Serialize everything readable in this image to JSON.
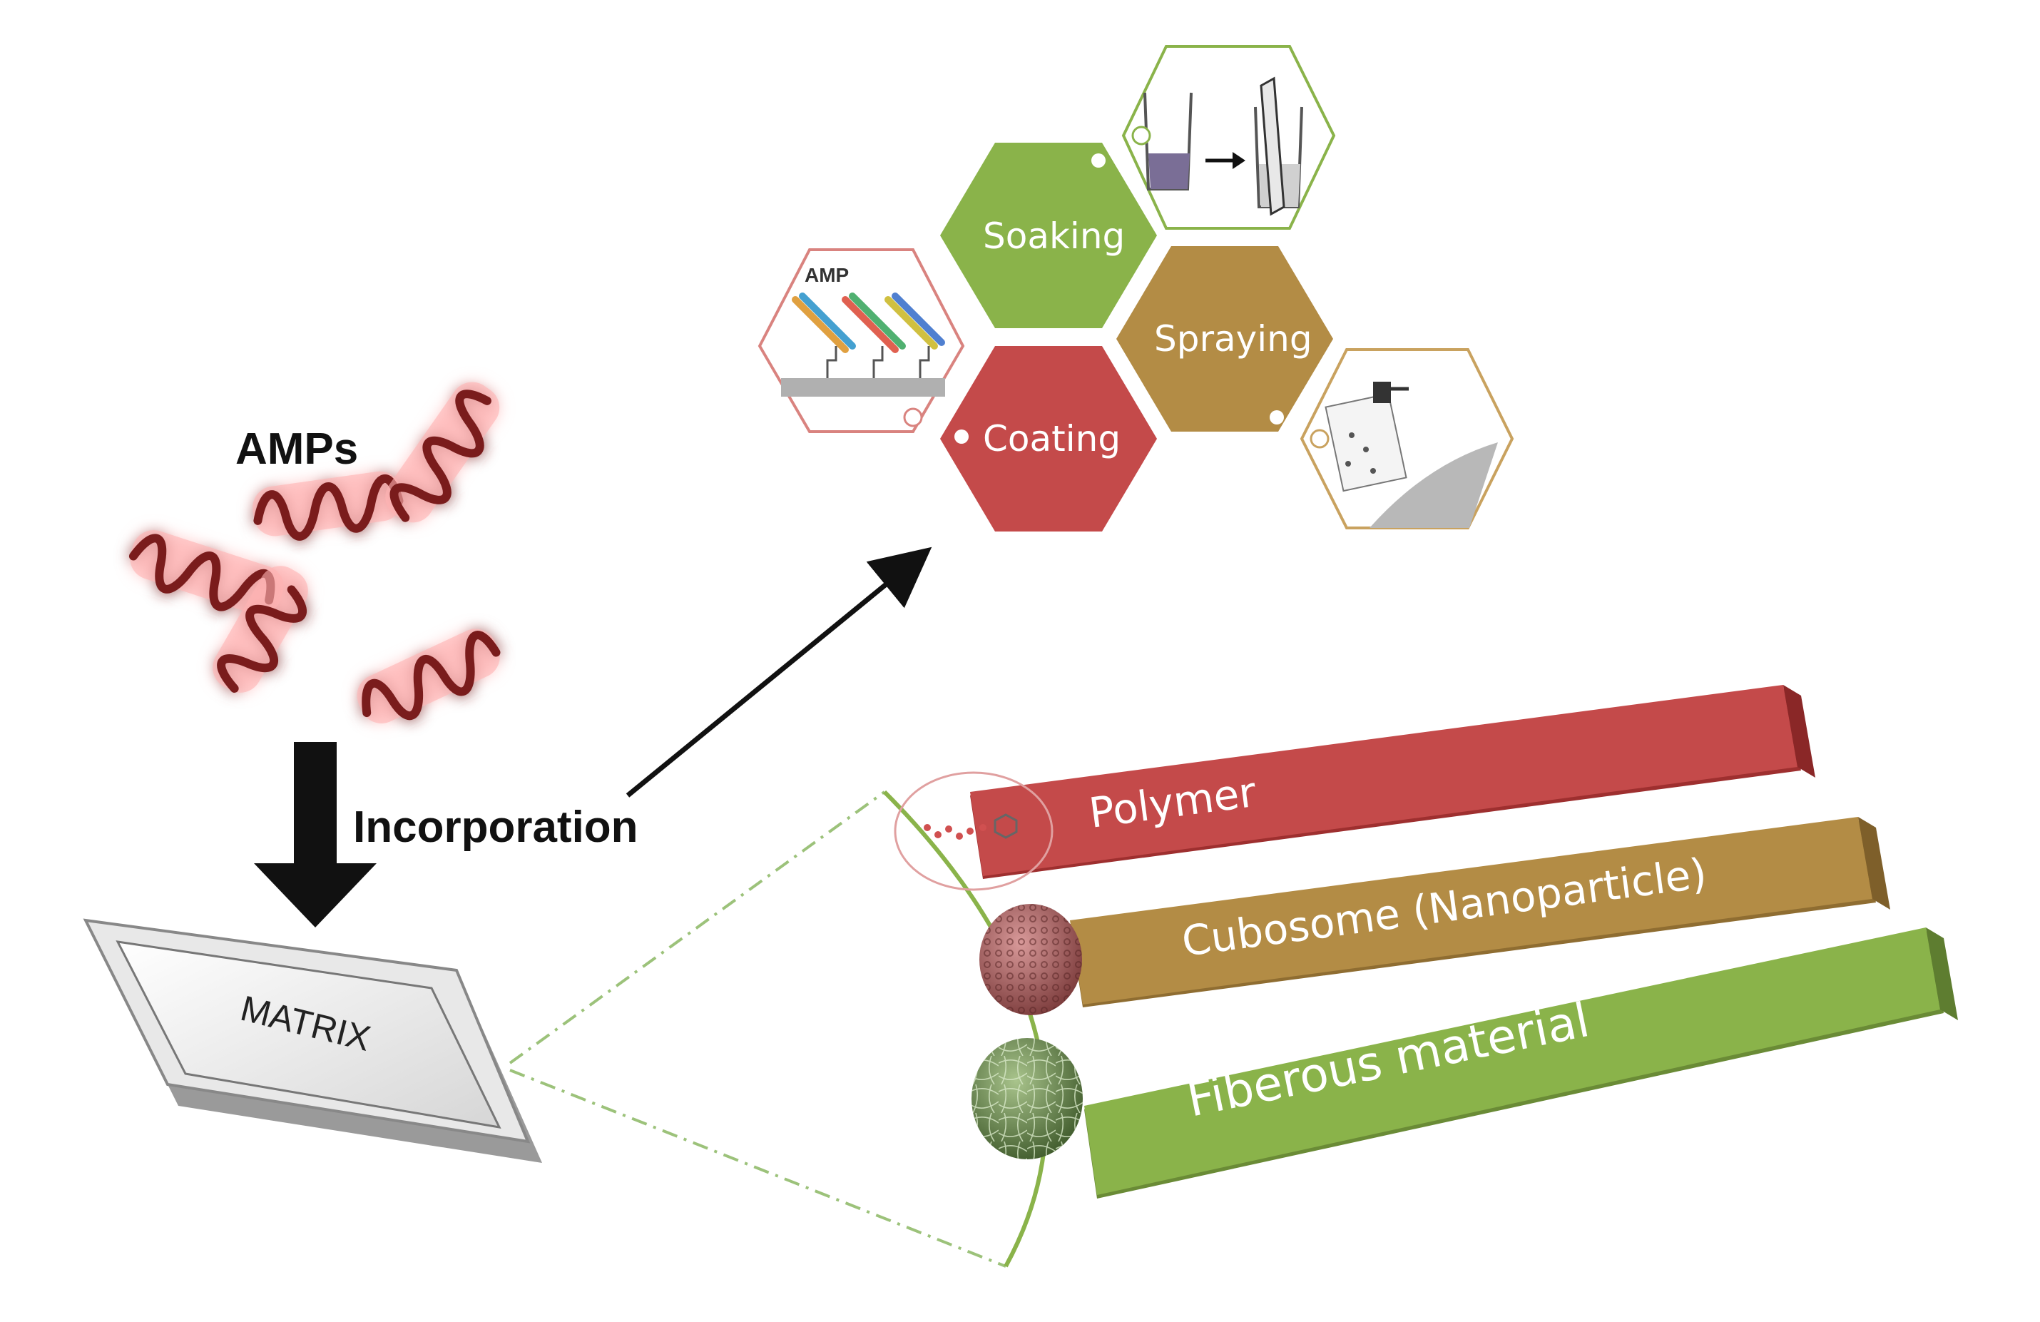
{
  "amps_label": "AMPs",
  "incorporation_label": "Incorporation",
  "matrix_label": "MATRIX",
  "methods": {
    "soaking": "Soaking",
    "spraying": "Spraying",
    "coating": "Coating",
    "amp_inset_label": "AMP"
  },
  "carriers": {
    "polymer": "Polymer",
    "cubosome": "Cubosome (Nanoparticle)",
    "fiberous": "Fiberous material"
  },
  "colors": {
    "green": "#8ab34a",
    "gold": "#b38c45",
    "red": "#c44a4a",
    "amp_glow": "#ff6b6b",
    "arrow": "#111111"
  }
}
